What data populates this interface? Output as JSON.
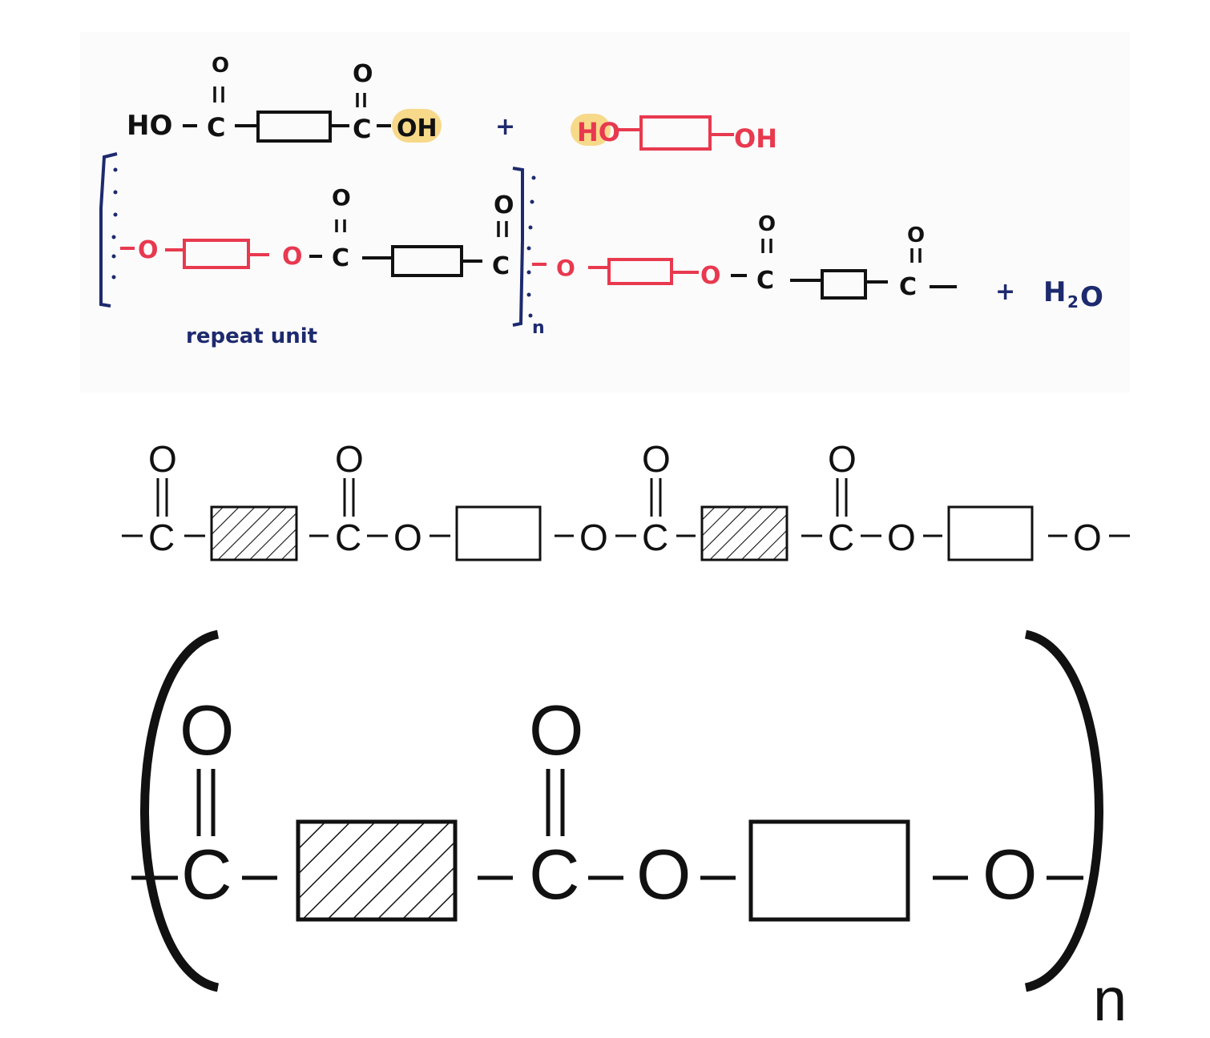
{
  "colors": {
    "ink": "#111111",
    "red": "#e8394f",
    "navy": "#1d2a6e",
    "highlight": "#f7d98a",
    "panel": "#fbfbfb"
  },
  "handwritten": {
    "diacid": {
      "ho": "HO",
      "c": "C",
      "o": "O",
      "oh": "OH"
    },
    "plus1": "+",
    "diol": {
      "ho": "HO",
      "oh": "OH"
    },
    "chain": {
      "o1": "O",
      "o2": "O",
      "c1": "C",
      "c1o": "O",
      "c2": "C",
      "c2o": "O",
      "o3": "O",
      "o4": "O",
      "c3": "C",
      "c3o": "O",
      "c4": "C",
      "c4o": "O"
    },
    "n_sub": "n",
    "repeat_label": "repeat unit",
    "plus2": "+",
    "water": {
      "h": "H",
      "sub": "2",
      "o": "O"
    }
  },
  "polymer_chain": {
    "atoms": [
      "C",
      "C",
      "O",
      "O",
      "C",
      "C",
      "O",
      "O"
    ],
    "carbonyl_o": "O"
  },
  "repeat_unit": {
    "c1": "C",
    "o_top1": "O",
    "c2": "C",
    "o_top2": "O",
    "o1": "O",
    "o2": "O",
    "subscript": "n"
  }
}
